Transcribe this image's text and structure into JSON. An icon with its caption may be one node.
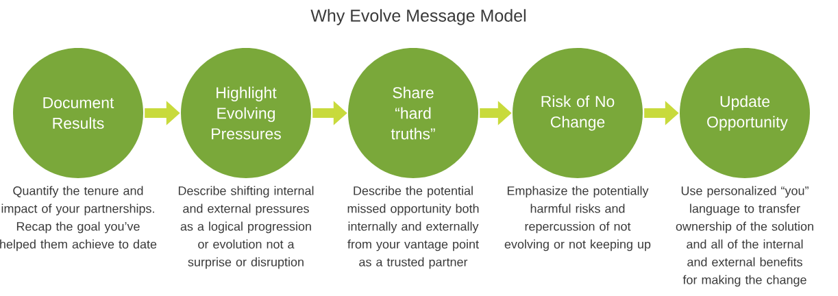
{
  "diagram": {
    "title": "Why Evolve Message Model",
    "nodes": [
      {
        "text": [
          "Document Results"
        ],
        "beside": [
          "Quantify the tenure and impact of your partnerships. Recap the goal you’ve helped them achieve to date"
        ]
      },
      {
        "text": [
          "Highlight Evolving Pressures"
        ],
        "beside": [
          "Describe shifting internal and external pressures as a logical progression or evolution not a surprise or disruption"
        ]
      },
      {
        "text": [
          "Share “hard truths”"
        ],
        "beside": [
          "Describe the potential missed opportunity both internally and externally from your vantage point as a trusted partner"
        ]
      },
      {
        "text": [
          "Risk of No Change"
        ],
        "beside": [
          "Emphasize the potentially harmful risks and repercussion of not evolving or not keeping up"
        ]
      },
      {
        "text": [
          "Update Opportunity"
        ],
        "beside": [
          "Use personalized “you” language to transfer ownership of the solution and all of the internal and external benefits for making the change"
        ]
      }
    ],
    "edges": [
      {
        "from": 0,
        "to": 1,
        "arrow": "to"
      },
      {
        "from": 1,
        "to": 2,
        "arrow": "to"
      },
      {
        "from": 2,
        "to": 3,
        "arrow": "to"
      },
      {
        "from": 3,
        "to": 4,
        "arrow": "to"
      }
    ]
  }
}
